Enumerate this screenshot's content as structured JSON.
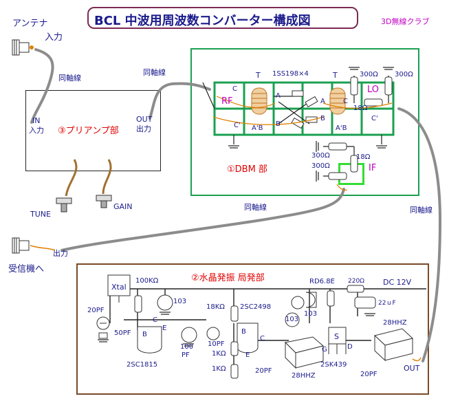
{
  "title": "BCL 中波用周波数コンバーター構成図",
  "club": "3D無線クラブ",
  "antenna": {
    "label1": "アンテナ",
    "label2": "入力"
  },
  "cable_labels": [
    "同軸線",
    "同軸線",
    "同軸線",
    "同軸線"
  ],
  "preamp": {
    "name": "③プリアンプ部",
    "in_label": "IN",
    "in_label2": "入力",
    "out_label": "OUT",
    "out_label2": "出力",
    "tune": "TUNE",
    "gain": "GAIN"
  },
  "receiver": {
    "out_label": "出力",
    "to_label": "受信機へ"
  },
  "dbm": {
    "name": "①DBM 部",
    "rf": "RF",
    "lo": "LO",
    "if": "IF",
    "diodes": "1SS198×4",
    "t1": "T",
    "t2": "T",
    "r_300_a": "300Ω",
    "r_300_b": "300Ω",
    "r_300_c": "300Ω",
    "r_300_d": "300Ω",
    "r_18_a": "18Ω",
    "r_18_b": "18Ω",
    "c1": "C",
    "c1p": "C'",
    "ab1": "A'B",
    "a1": "A",
    "b1p": "B'",
    "a2": "A",
    "b2": "B",
    "c2": "C",
    "c2p": "C'",
    "ab2": "A'B"
  },
  "osc": {
    "name": "②水晶発振  局発部",
    "xtal": "Xtal",
    "r100k": "100KΩ",
    "c103_a": "103",
    "c20pf_a": "20PF",
    "c50pf": "50PF",
    "b1": "B",
    "c1": "C",
    "e1": "E",
    "tr1": "2SC1815",
    "c100pf_1": "100",
    "c100pf_2": "PF",
    "r18k": "18KΩ",
    "tr2": "2SC2498",
    "c10pf": "10PF",
    "r1k_a": "1KΩ",
    "r1k_b": "1KΩ",
    "b2": "B",
    "c2": "C",
    "e2": "E",
    "c20pf_b": "20PF",
    "coil1": "28HHZ",
    "c103_b": "103",
    "c103_c": "103",
    "rd": "RD6.8E",
    "r220": "220Ω",
    "dc": "DC 12V",
    "c22u": "22ｕF",
    "s": "S",
    "g": "G",
    "d": "D",
    "fet": "2SK439",
    "c20pf_c": "20PF",
    "coil2": "28HHZ",
    "out": "OUT"
  }
}
